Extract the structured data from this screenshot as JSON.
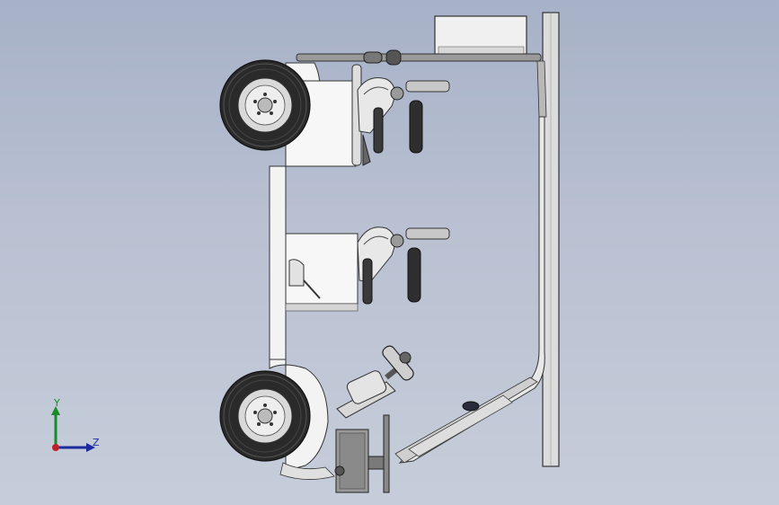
{
  "viewport": {
    "background_top": "#a7b1c7",
    "background_bottom": "#c6cdda"
  },
  "triad": {
    "y_label": "Y",
    "z_label": "Z",
    "y_color": "#1a8a2a",
    "z_color": "#1d2a9e",
    "x_color": "#c0202a"
  },
  "model": {
    "subject": "golf-cart-side-view",
    "icons": [
      "wheel-icon",
      "seat-icon",
      "steering-wheel-icon",
      "roof-panel-icon",
      "battery-box-icon"
    ]
  }
}
